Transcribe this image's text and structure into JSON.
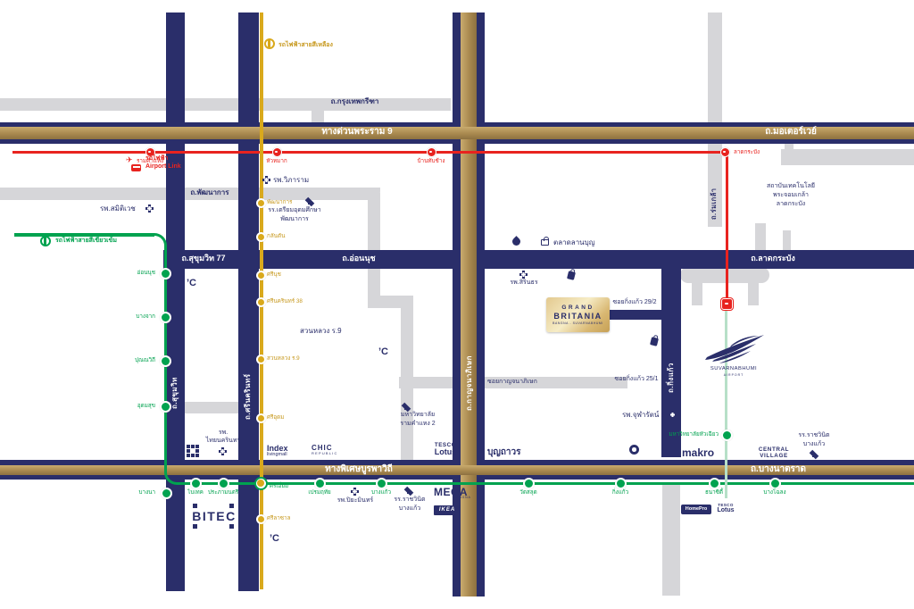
{
  "transit": {
    "airport_link": {
      "label_line1": "รถไฟฟ้า",
      "label_line2": "Airport Link",
      "stations": [
        "รามคำแหง",
        "หัวหมาก",
        "บ้านทับช้าง",
        "ลาดกระบัง"
      ]
    },
    "green": {
      "label": "รถไฟฟ้าสายสีเขียวเข้ม",
      "stations_sukhumvit": [
        "อ่อนนุช",
        "บางจาก",
        "ปุณณวิถี",
        "อุดมสุข",
        "บางนา"
      ],
      "stations_bangna": [
        "ไบเทค",
        "ประภามนตรี",
        "ศรีเอี่ยม",
        "เปรมฤทัย",
        "บางแก้ว",
        "วัดสลุด",
        "กิ่งแก้ว",
        "ธนาซิตี้",
        "บางโฉลง"
      ],
      "station_branch": "มหาวิทยาลัยหัวเฉียว"
    },
    "yellow": {
      "label": "รถไฟฟ้าสายสีเหลือง",
      "stations": [
        "พัฒนาการ",
        "กลันตัน",
        "ศรีนุช",
        "ศรีนครินทร์ 38",
        "สวนหลวง ร.9",
        "ศรีอุดม",
        "ศรีลาซาล"
      ]
    }
  },
  "roads": {
    "rama9": "ทางด่วนพระราม 9",
    "motorway": "ถ.มอเตอร์เวย์",
    "krungthep_kreetha": "ถ.กรุงเทพกรีฑา",
    "pattanakan": "ถ.พัฒนาการ",
    "sukhumvit77": "ถ.สุขุมวิท 77",
    "onnut": "ถ.อ่อนนุช",
    "ladkrabang": "ถ.ลาดกระบัง",
    "sukhumvit": "ถ.สุขุมวิท",
    "srinagarindra": "ถ.ศรีนครินทร์",
    "kanchanaphisek": "ถ.กาญจนาภิเษก",
    "kingkaew": "ถ.กิ่งแก้ว",
    "romklao": "ถ.ร่มเกล้า",
    "burapha": "ทางพิเศษบูรพาวิถี",
    "bangna_trad": "ถ.บางนาตราด",
    "soi_kingkaew_29_2": "ซอยกิ่งแก้ว 29/2",
    "soi_kanchanaphisek": "ซอยกาญจนาภิเษก",
    "soi_kingkaew_25_1": "ซอยกิ่งแก้ว 25/1"
  },
  "places": {
    "samitivej": "รพ.สมิติเวช",
    "vibharam": "รพ.วิภาราม",
    "triamudom_1": "รร.เตรียมอุดมศึกษา",
    "triamudom_2": "พัฒนาการ",
    "suan_luang": "สวนหลวง ร.9",
    "thai_nakarin_1": "รพ.",
    "thai_nakarin_2": "ไทยนครินทร์",
    "ram_u_1": "มหาวิทยาลัย",
    "ram_u_2": "รามคำแหง 2",
    "lan_boon": "ตลาดลานบุญ",
    "sirindhorn": "รพ.สิรินธร",
    "chularat": "รพ.จุฬารัตน์ 9",
    "kmitl_1": "สถาบันเทคโนโลยี",
    "kmitl_2": "พระจอมเกล้า",
    "kmitl_3": "ลาดกระบัง",
    "piyamin": "รพ.ปิยะมินทร์",
    "rajwinit_1": "รร.ราชวินิต",
    "rajwinit_2": "บางแก้ว",
    "boonthavorn": "บุญถาวร"
  },
  "logos": {
    "bitec": "BITEC",
    "index_1": "Index",
    "index_2": "livingmall",
    "chic_1": "CHIC",
    "chic_2": "REPUBLIC",
    "tesco_1": "TESCO",
    "tesco_2": "Lotus",
    "mega": "MEGA",
    "mega_sub": "BANGNA",
    "ikea": "IKEA",
    "makro": "makro",
    "central_1": "CENTRAL",
    "central_2": "VILLAGE",
    "homepro": "HomePro",
    "suvarnabhumi_1": "SUVARNABHUMI",
    "suvarnabhumi_2": "AIRPORT",
    "c_mark": "’C"
  },
  "project": {
    "name_line1": "GRAND",
    "name_line2": "BRITANIA",
    "name_line3": "BANGNA - SUVARNABHUMI"
  },
  "colors": {
    "navy": "#2a2e6a",
    "gray_road": "#d6d6d9",
    "gold_road": "#a9894f",
    "yellow_line": "#d9a91c",
    "green_line": "#00a24f",
    "green_light": "#b7e0c8",
    "red_line": "#e8231f",
    "brand_gold": "#d9b873"
  }
}
